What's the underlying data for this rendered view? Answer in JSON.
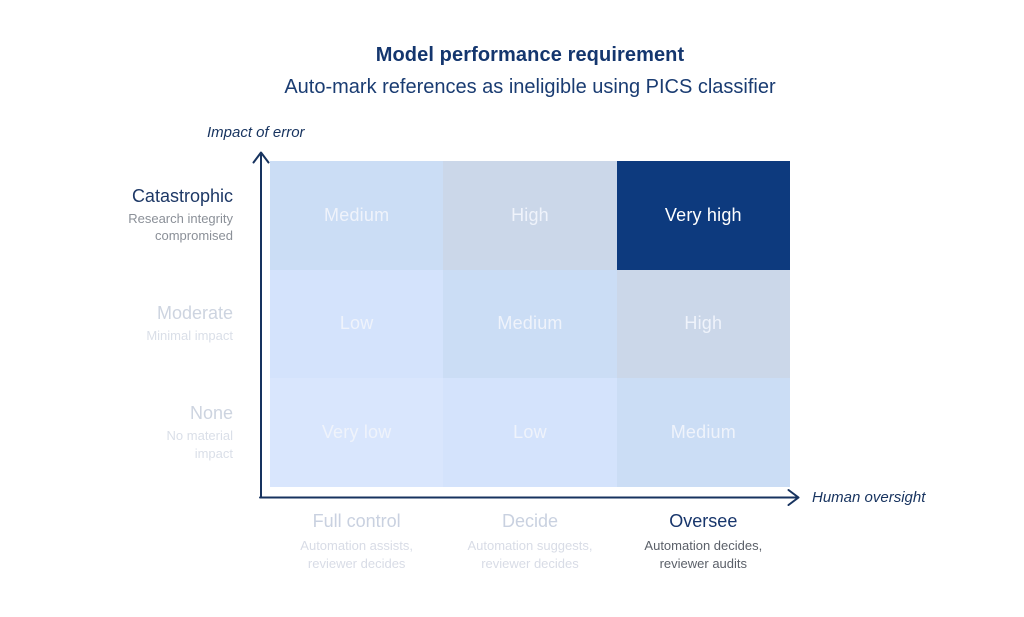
{
  "header": {
    "title": "Model performance requirement",
    "subtitle": "Auto-mark references as ineligible using PICS classifier"
  },
  "axes": {
    "y_label": "Impact of error",
    "x_label": "Human oversight"
  },
  "colors": {
    "title_navy": "#14366e",
    "axis_navy": "#17335f",
    "emphasis_navy": "#1d3866",
    "cell_very_high": "#0d3a7e",
    "cell_high": "#cbd7e9",
    "cell_medium": "#cbddf5",
    "cell_low": "#d4e3fc",
    "cell_very_low": "#d9e6fd",
    "cell_light_text": "#eff3fb",
    "cell_highlight_text": "#ffffff",
    "faded_label": "#cdd4e0",
    "faded_sublabel": "#dadfe8",
    "emph_row_sublabel": "#8b9098",
    "emph_col_sublabel": "#5b6069"
  },
  "matrix": {
    "row_headers": [
      {
        "label": "Catastrophic",
        "sublabel": "Research integrity\ncompromised"
      },
      {
        "label": "Moderate",
        "sublabel": "Minimal impact"
      },
      {
        "label": "None",
        "sublabel": "No material\nimpact"
      }
    ],
    "col_headers": [
      {
        "label": "Full control",
        "sublabel": "Automation assists,\nreviewer decides"
      },
      {
        "label": "Decide",
        "sublabel": "Automation suggests,\nreviewer decides"
      },
      {
        "label": "Oversee",
        "sublabel": "Automation decides,\nreviewer audits"
      }
    ],
    "cells": [
      [
        {
          "label": "Medium",
          "bg": "#cbddf5",
          "fg": "#eff3fb"
        },
        {
          "label": "High",
          "bg": "#cbd7e9",
          "fg": "#eff3fb"
        },
        {
          "label": "Very high",
          "bg": "#0d3a7e",
          "fg": "#ffffff"
        }
      ],
      [
        {
          "label": "Low",
          "bg": "#d4e3fc",
          "fg": "#eff3fb"
        },
        {
          "label": "Medium",
          "bg": "#cbddf5",
          "fg": "#eff3fb"
        },
        {
          "label": "High",
          "bg": "#cbd7e9",
          "fg": "#eff3fb"
        }
      ],
      [
        {
          "label": "Very low",
          "bg": "#d9e6fd",
          "fg": "#eff3fb"
        },
        {
          "label": "Low",
          "bg": "#d4e3fc",
          "fg": "#eff3fb"
        },
        {
          "label": "Medium",
          "bg": "#cbddf5",
          "fg": "#eff3fb"
        }
      ]
    ]
  },
  "chart_data": {
    "type": "heatmap",
    "title": "Model performance requirement",
    "subtitle": "Auto-mark references as ineligible using PICS classifier",
    "xlabel": "Human oversight",
    "ylabel": "Impact of error",
    "x_categories": [
      "Full control",
      "Decide",
      "Oversee"
    ],
    "x_category_descriptions": [
      "Automation assists, reviewer decides",
      "Automation suggests, reviewer decides",
      "Automation decides, reviewer audits"
    ],
    "y_categories": [
      "Catastrophic",
      "Moderate",
      "None"
    ],
    "y_category_descriptions": [
      "Research integrity compromised",
      "Minimal impact",
      "No material impact"
    ],
    "values": [
      [
        "Medium",
        "High",
        "Very high"
      ],
      [
        "Low",
        "Medium",
        "High"
      ],
      [
        "Very low",
        "Low",
        "Medium"
      ]
    ],
    "value_scale": [
      "Very low",
      "Low",
      "Medium",
      "High",
      "Very high"
    ],
    "highlighted_cell": {
      "row": "Catastrophic",
      "column": "Oversee",
      "value": "Very high"
    },
    "legend_position": "none",
    "grid": false
  }
}
